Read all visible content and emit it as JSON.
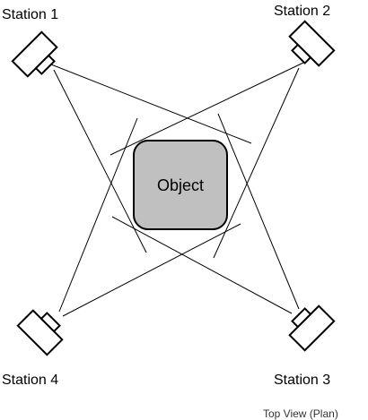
{
  "stations": [
    {
      "id": "station-1",
      "label": "Station 1"
    },
    {
      "id": "station-2",
      "label": "Station 2"
    },
    {
      "id": "station-3",
      "label": "Station 3"
    },
    {
      "id": "station-4",
      "label": "Station 4"
    }
  ],
  "object": {
    "label": "Object",
    "fill": "#c0c0c0"
  },
  "caption": "Top View (Plan)"
}
